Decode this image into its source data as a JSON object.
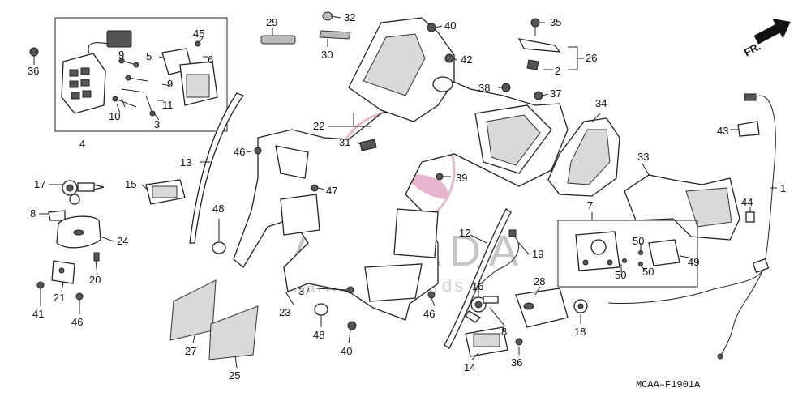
{
  "diagram": {
    "diagram_code": "MCAA–F1901A",
    "direction_marker": "FR.",
    "watermark": {
      "brand": "ARMADA",
      "tagline": "marine outboards",
      "logo_color": "#e6a9c6",
      "text_color": "#b8b8b8"
    },
    "callouts": [
      "1",
      "2",
      "3",
      "4",
      "5",
      "6",
      "7",
      "8",
      "9",
      "10",
      "11",
      "12",
      "13",
      "14",
      "15",
      "16",
      "17",
      "18",
      "19",
      "20",
      "21",
      "22",
      "23",
      "24",
      "25",
      "26",
      "27",
      "28",
      "29",
      "30",
      "31",
      "32",
      "33",
      "34",
      "35",
      "36",
      "37",
      "38",
      "39",
      "40",
      "41",
      "42",
      "43",
      "44",
      "45",
      "46",
      "47",
      "48",
      "49",
      "50"
    ]
  }
}
